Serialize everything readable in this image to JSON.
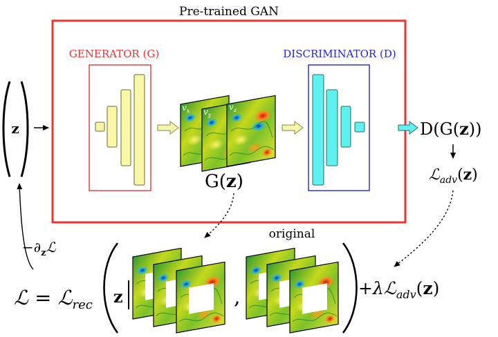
{
  "gan_box": {
    "title": "Pre-trained GAN",
    "border_color": "#ee3333"
  },
  "generator": {
    "label": "GENERATOR (G)",
    "color": "#ee3333",
    "block_fill": "#f8f8a6",
    "block_stroke": "#6a6a3a"
  },
  "discriminator": {
    "label": "DISCRIMINATOR (D)",
    "color": "#2222ee",
    "block_fill": "#5ff0f0",
    "block_stroke": "#2a6a6a"
  },
  "input_vector": {
    "symbol": "z"
  },
  "velocity_fields": {
    "labels": [
      "v",
      "v",
      "v"
    ],
    "subscripts": [
      "x",
      "y",
      "z"
    ]
  },
  "gz_label": {
    "prefix": "G(",
    "var": "z",
    "suffix": ")"
  },
  "dgz_label": {
    "prefix": "D(G(",
    "var": "z",
    "suffix": "))"
  },
  "adv_loss": {
    "main": "ℒ",
    "sub": "adv",
    "arg_open": "(",
    "arg_var": "z",
    "arg_close": ")"
  },
  "gradient_label": {
    "minus": "−∂",
    "sub": "z",
    "loss": "ℒ"
  },
  "loss_formula": {
    "lhs": "ℒ = ℒ",
    "rec_sub": "rec",
    "z_var": "z",
    "comma": ",",
    "plus_lambda": "+λℒ",
    "adv_sub": "adv",
    "adv_arg_open": "(",
    "adv_arg_var": "z",
    "adv_arg_close": ")"
  },
  "original_label": "original"
}
